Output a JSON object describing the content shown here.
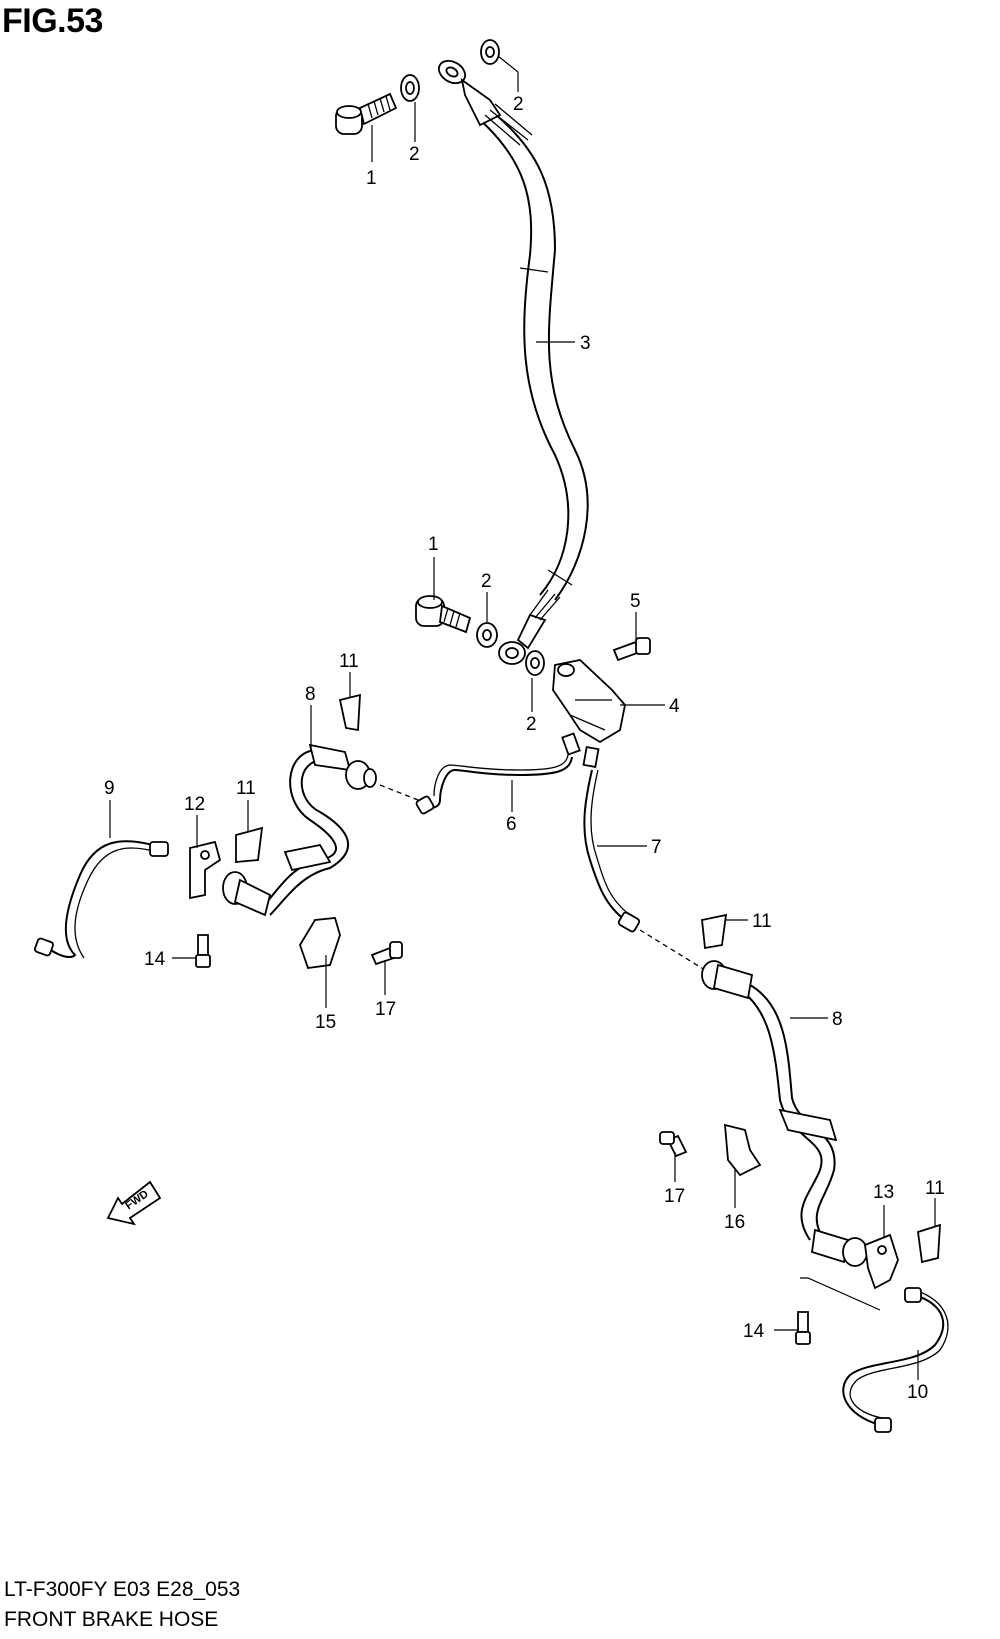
{
  "figure": {
    "title": "FIG.53",
    "model_code": "LT-F300FY E03 E28_053",
    "section_name": "FRONT BRAKE  HOSE",
    "fwd_label": "FWD"
  },
  "callouts": [
    {
      "id": "c1a",
      "label": "1"
    },
    {
      "id": "c2a",
      "label": "2"
    },
    {
      "id": "c2b",
      "label": "2"
    },
    {
      "id": "c3",
      "label": "3"
    },
    {
      "id": "c1b",
      "label": "1"
    },
    {
      "id": "c2c",
      "label": "2"
    },
    {
      "id": "c5",
      "label": "5"
    },
    {
      "id": "c4",
      "label": "4"
    },
    {
      "id": "c2d",
      "label": "2"
    },
    {
      "id": "c11a",
      "label": "11"
    },
    {
      "id": "c8a",
      "label": "8"
    },
    {
      "id": "c6",
      "label": "6"
    },
    {
      "id": "c7",
      "label": "7"
    },
    {
      "id": "c9",
      "label": "9"
    },
    {
      "id": "c12",
      "label": "12"
    },
    {
      "id": "c11b",
      "label": "11"
    },
    {
      "id": "c14a",
      "label": "14"
    },
    {
      "id": "c15",
      "label": "15"
    },
    {
      "id": "c17a",
      "label": "17"
    },
    {
      "id": "c11c",
      "label": "11"
    },
    {
      "id": "c8b",
      "label": "8"
    },
    {
      "id": "c17b",
      "label": "17"
    },
    {
      "id": "c16",
      "label": "16"
    },
    {
      "id": "c13",
      "label": "13"
    },
    {
      "id": "c11d",
      "label": "11"
    },
    {
      "id": "c14b",
      "label": "14"
    },
    {
      "id": "c10",
      "label": "10"
    }
  ]
}
